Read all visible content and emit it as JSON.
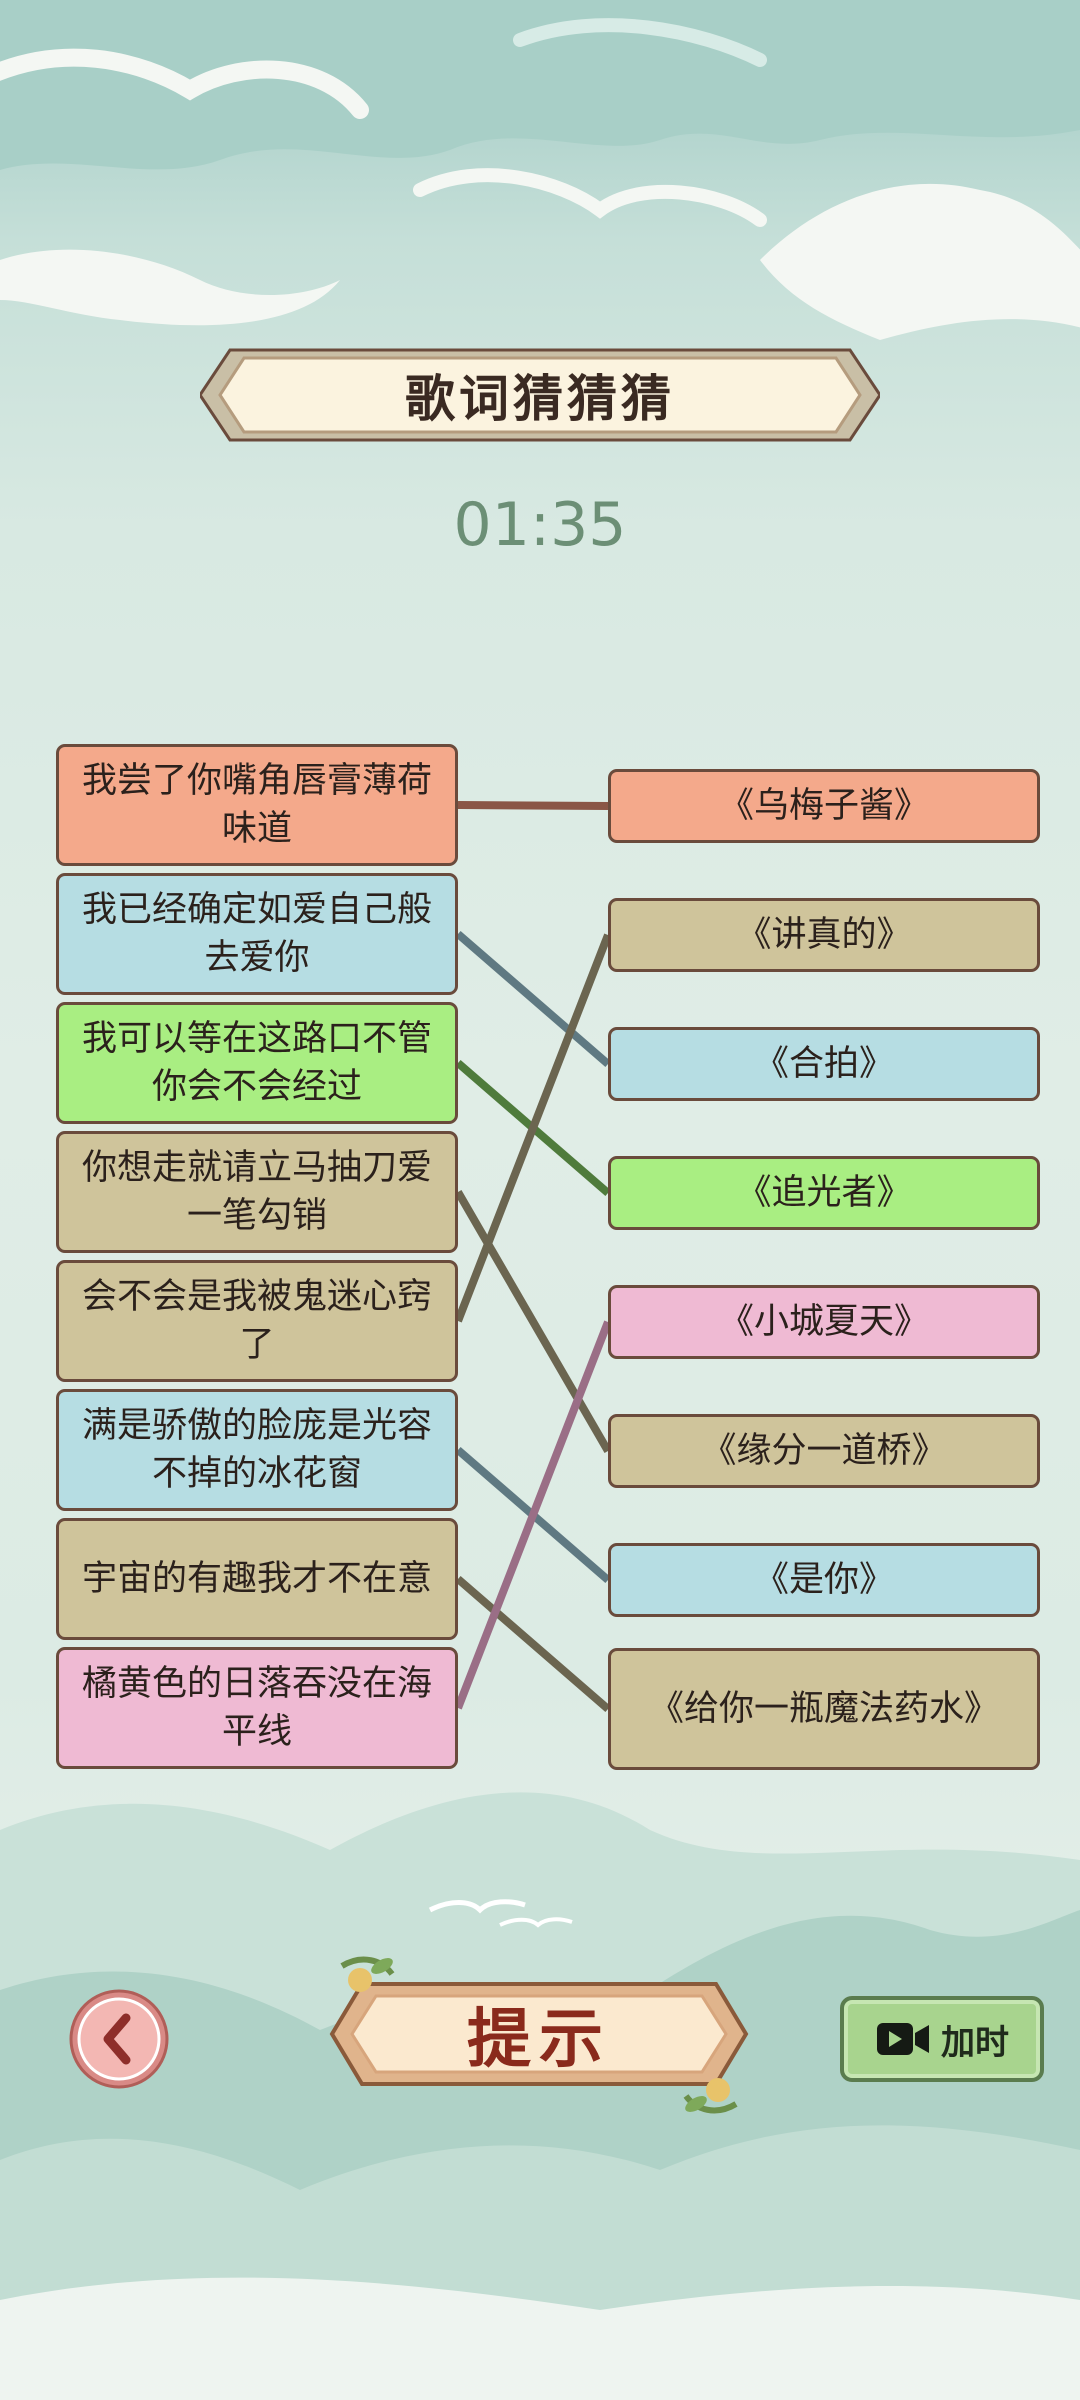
{
  "title": "歌词猜猜猜",
  "timer": "01:35",
  "lyrics": [
    {
      "text": "我尝了你嘴角唇膏薄荷味道",
      "color": "#f4a98b"
    },
    {
      "text": "我已经确定如爱自己般去爱你",
      "color": "#b6dde3"
    },
    {
      "text": "我可以等在这路口不管你会不会经过",
      "color": "#a9ee82"
    },
    {
      "text": "你想走就请立马抽刀爱一笔勾销",
      "color": "#cfc49b"
    },
    {
      "text": "会不会是我被鬼迷心窍了",
      "color": "#cfc49b"
    },
    {
      "text": "满是骄傲的脸庞是光容不掉的冰花窗",
      "color": "#b6dde3"
    },
    {
      "text": "宇宙的有趣我才不在意",
      "color": "#cfc49b"
    },
    {
      "text": "橘黄色的日落吞没在海平线",
      "color": "#efbad3"
    }
  ],
  "songs": [
    {
      "text": "《乌梅子酱》",
      "color": "#f4a98b"
    },
    {
      "text": "《讲真的》",
      "color": "#cfc49b"
    },
    {
      "text": "《合拍》",
      "color": "#b6dde3"
    },
    {
      "text": "《追光者》",
      "color": "#a9ee82"
    },
    {
      "text": "《小城夏天》",
      "color": "#efbad3"
    },
    {
      "text": "《缘分一道桥》",
      "color": "#cfc49b"
    },
    {
      "text": "《是你》",
      "color": "#b6dde3"
    },
    {
      "text": "《给你一瓶魔法药水》",
      "color": "#cfc49b"
    }
  ],
  "connections": [
    {
      "from": 0,
      "to": 0,
      "color": "#8a5646"
    },
    {
      "from": 1,
      "to": 2,
      "color": "#5f7982"
    },
    {
      "from": 2,
      "to": 3,
      "color": "#4f7b3c"
    },
    {
      "from": 3,
      "to": 5,
      "color": "#6b6550"
    },
    {
      "from": 4,
      "to": 1,
      "color": "#6b6550"
    },
    {
      "from": 5,
      "to": 6,
      "color": "#5f7982"
    },
    {
      "from": 6,
      "to": 7,
      "color": "#6b6550"
    },
    {
      "from": 7,
      "to": 4,
      "color": "#9a6e86"
    }
  ],
  "buttons": {
    "hint": "提示",
    "add_time": "加时",
    "back_icon": "chevron-left-icon",
    "video_icon": "video-camera-icon"
  }
}
